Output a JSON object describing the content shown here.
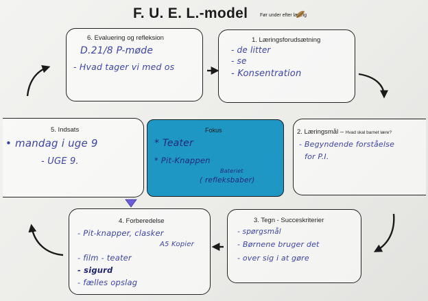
{
  "header": {
    "title": "F. U. E",
    "title_tail": "L.-model",
    "title_full": "F. U. E. L.-model",
    "subtitle": "Før under efter læring"
  },
  "boxes": {
    "box6": {
      "label": "6. Evaluering og refleksion",
      "lines": [
        "D.21/8 P-møde",
        "- Hvad tager vi med os"
      ]
    },
    "box1": {
      "label": "1. Læringsforudsætning",
      "lines": [
        "- de litter",
        "- se",
        "- Konsentration"
      ]
    },
    "box5": {
      "label": "5. Indsats",
      "lines": [
        "• mandag i uge 9",
        "- UGE 9."
      ]
    },
    "focus": {
      "label": "Fokus",
      "lines": [
        "* Teater",
        "* Pit-Knappen",
        "Bateriet",
        "( refleksbaber)"
      ]
    },
    "box2": {
      "label": "2. Læringsmål –",
      "label_small": "Hvad skal barnet lære?",
      "lines": [
        "- Begyndende forståelse",
        "for P.I."
      ]
    },
    "box4": {
      "label": "4. Forberedelse",
      "lines": [
        "- Pit-knapper, clasker",
        "A5 Kopier",
        "- film - teater",
        "- sigurd",
        "- fælles opslag"
      ]
    },
    "box3": {
      "label": "3. Tegn - Succeskriterier",
      "lines": [
        "- spørgsmål",
        "- Børnene bruger det",
        "- over sig i at gøre"
      ]
    }
  },
  "colors": {
    "focus": "#1f97c4",
    "ink": "#3c43a8",
    "line": "#222222"
  }
}
